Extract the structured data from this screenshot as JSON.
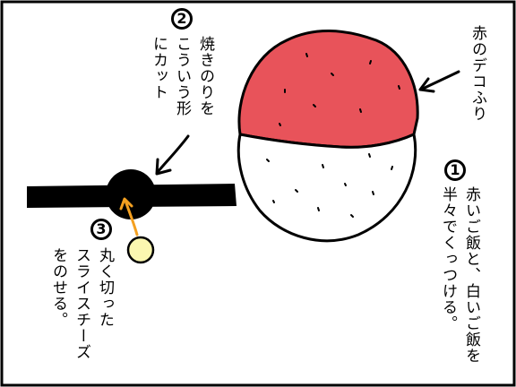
{
  "steps": [
    {
      "number": "1",
      "text": "赤いご飯と、白いご飯を\n半々でくっつける。"
    },
    {
      "number": "2",
      "text": "焼きのりを\nこういう形\nにカット"
    },
    {
      "number": "3",
      "text": "丸く切った\nスライスチーズ\nをのせる。"
    }
  ],
  "labels": {
    "topping": "赤のデコふり"
  },
  "colors": {
    "red_rice": "#e8535a",
    "white_rice": "#ffffff",
    "nori": "#000000",
    "cheese": "#fbf7b0",
    "arrow_orange": "#f4a020"
  }
}
